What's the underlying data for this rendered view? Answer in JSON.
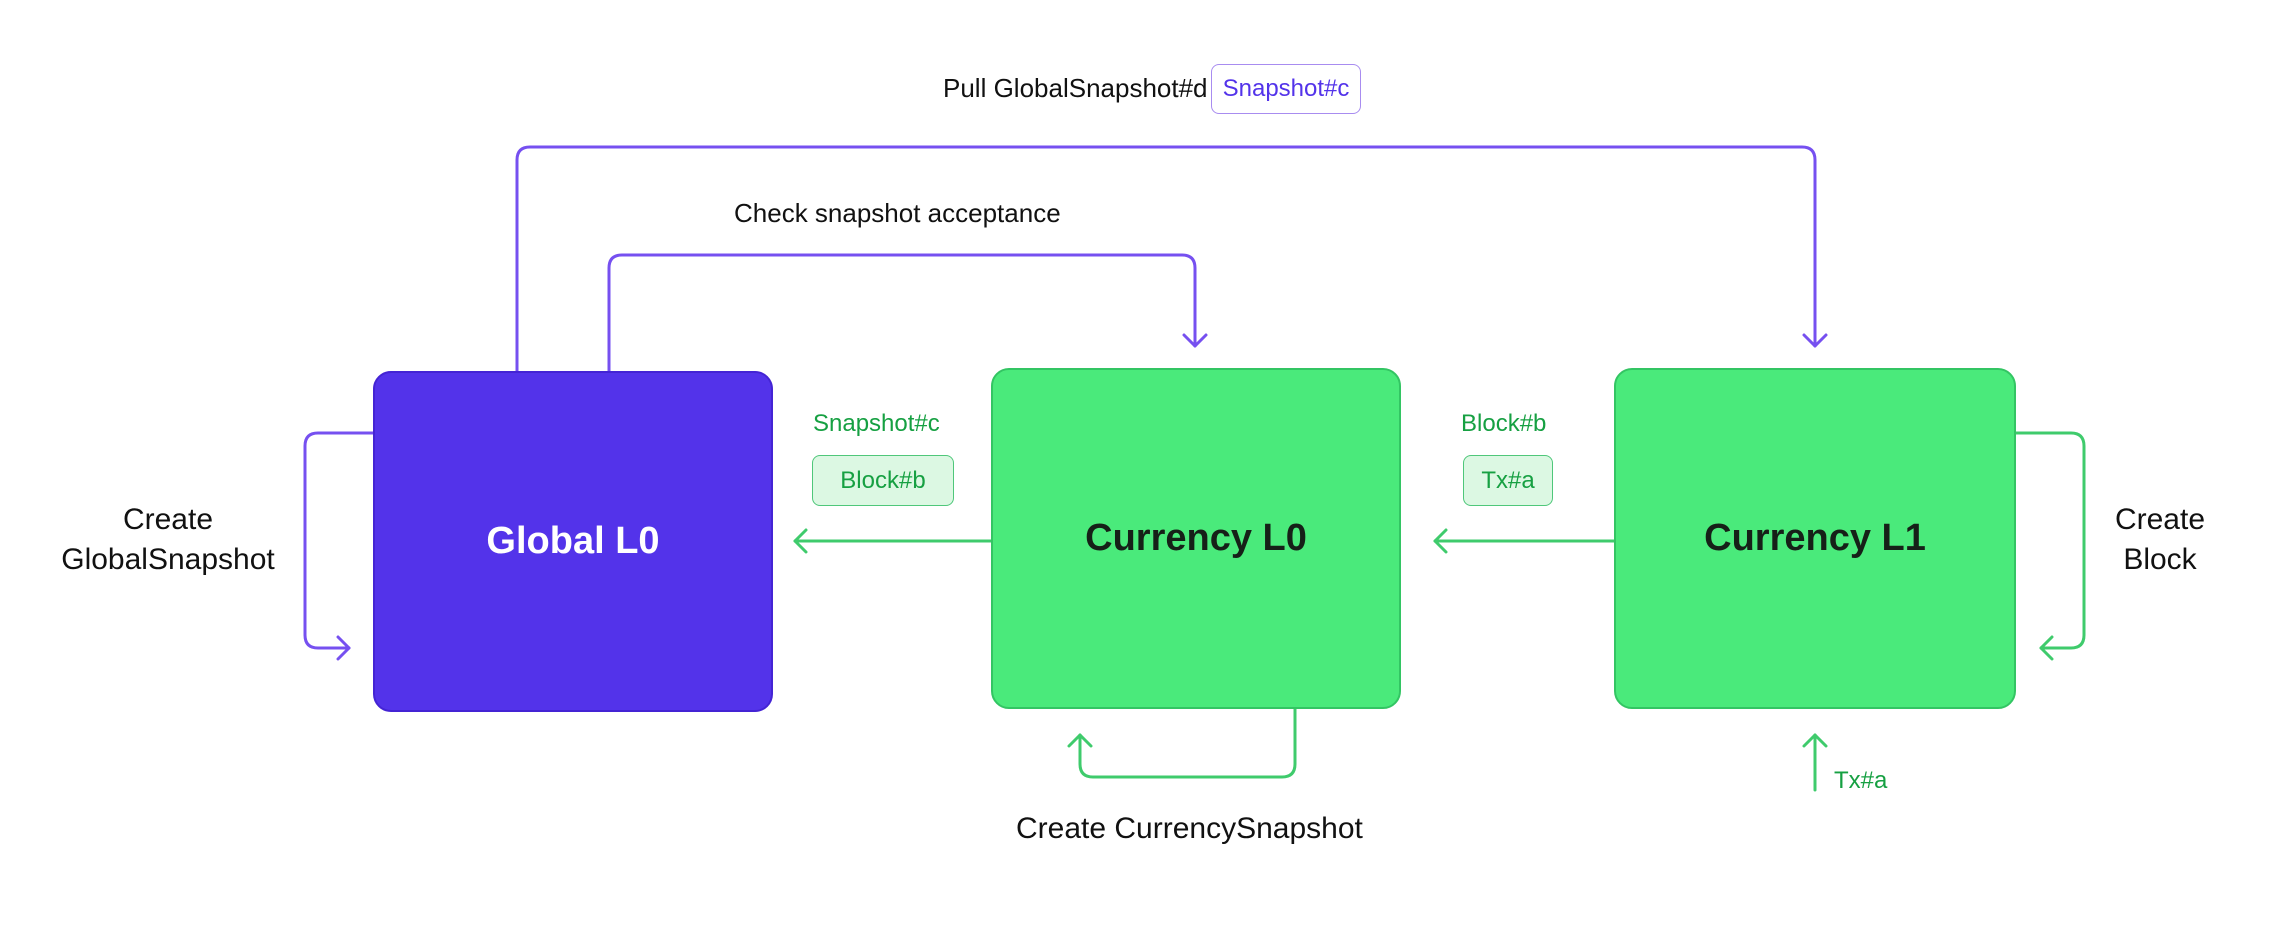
{
  "nodes": {
    "global_l0": "Global L0",
    "currency_l0": "Currency L0",
    "currency_l1": "Currency L1"
  },
  "labels": {
    "pull": "Pull GlobalSnapshot#d",
    "check": "Check snapshot acceptance",
    "create_global_line1": "Create",
    "create_global_line2": "GlobalSnapshot",
    "create_block_line1": "Create",
    "create_block_line2": "Block",
    "create_currency_snapshot": "Create CurrencySnapshot",
    "snapshot_c_green": "Snapshot#c",
    "block_b_green": "Block#b",
    "tx_a_bottom": "Tx#a"
  },
  "chips": {
    "snapshot_c_purple": "Snapshot#c",
    "block_b": "Block#b",
    "tx_a": "Tx#a"
  },
  "colors": {
    "purple": "#5333ea",
    "purple_line": "#7650f0",
    "green": "#4aea7b",
    "green_line": "#3fcb6c",
    "green_text": "#16a042"
  }
}
